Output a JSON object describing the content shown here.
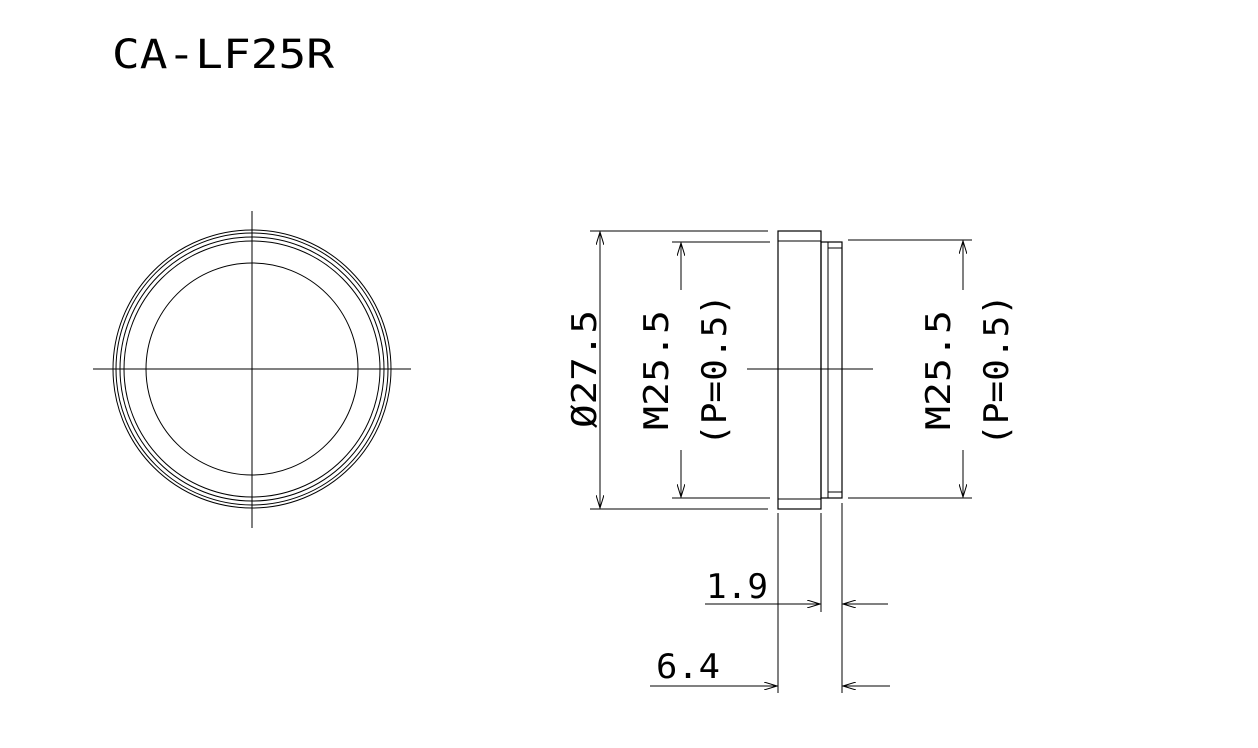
{
  "title": "CA-LF25R",
  "dimensions": {
    "outer_diameter": "Ø27.5",
    "thread_left_main": "M25.5",
    "thread_left_pitch": "(P=0.5)",
    "thread_right_main": "M25.5",
    "thread_right_pitch": "(P=0.5)",
    "thread_length": "1.9",
    "total_length": "6.4"
  }
}
